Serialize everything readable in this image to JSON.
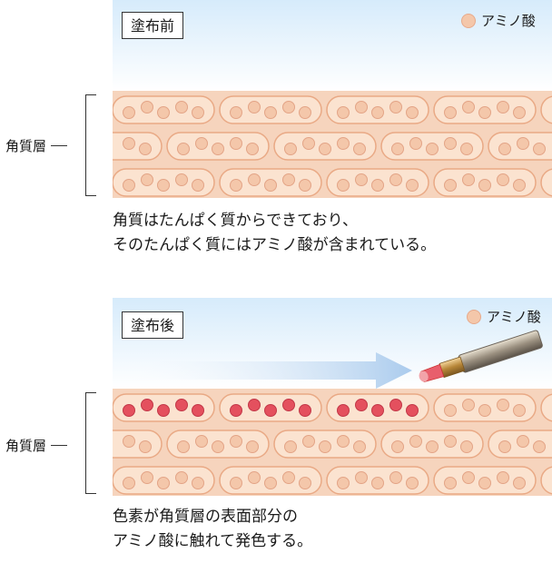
{
  "top": {
    "tag": "塗布前",
    "legend": "アミノ酸",
    "layer_label": "角質層",
    "caption_lines": [
      "角質はたんぱく質からできており、",
      "そのたんぱく質にはアミノ酸が含まれている。"
    ]
  },
  "bottom": {
    "tag": "塗布後",
    "legend": "アミノ酸",
    "layer_label": "角質層",
    "caption_lines": [
      "色素が角質層の表面部分の",
      "アミノ酸に触れて発色する。"
    ]
  },
  "colors": {
    "sky_top": "#dceefb",
    "cell_fill": "#fbe3d0",
    "cell_stroke": "#e9a985",
    "layer_bg": "#f6d4bd",
    "amino": "#f4c7aa",
    "amino_red": "#e4505e",
    "arrow": "#bcd7f1"
  }
}
